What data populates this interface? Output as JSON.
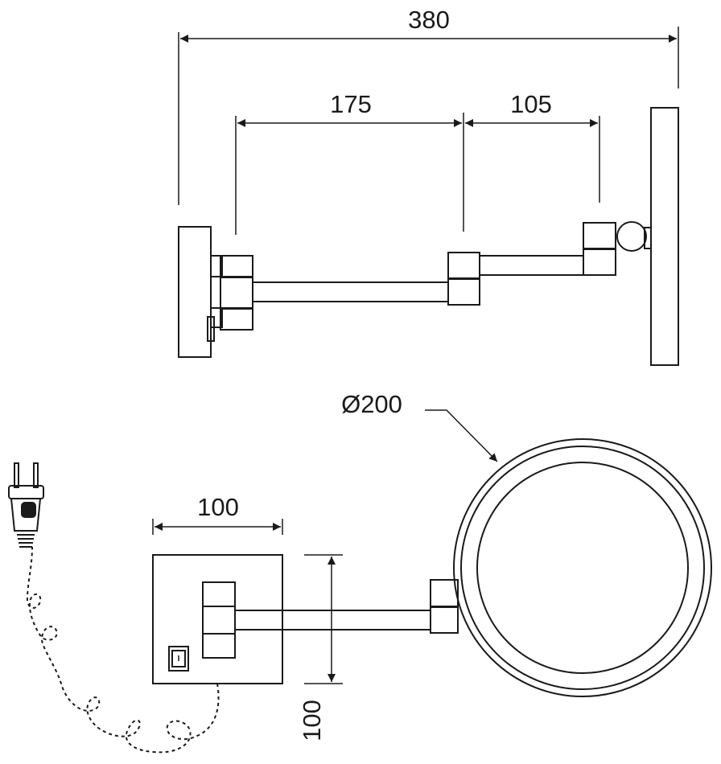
{
  "dimensions": {
    "overall_length": "380",
    "arm_segment_1": "175",
    "arm_segment_2": "105",
    "mirror_diameter": "Ø200",
    "wall_plate_width": "100",
    "wall_plate_height": "100"
  }
}
